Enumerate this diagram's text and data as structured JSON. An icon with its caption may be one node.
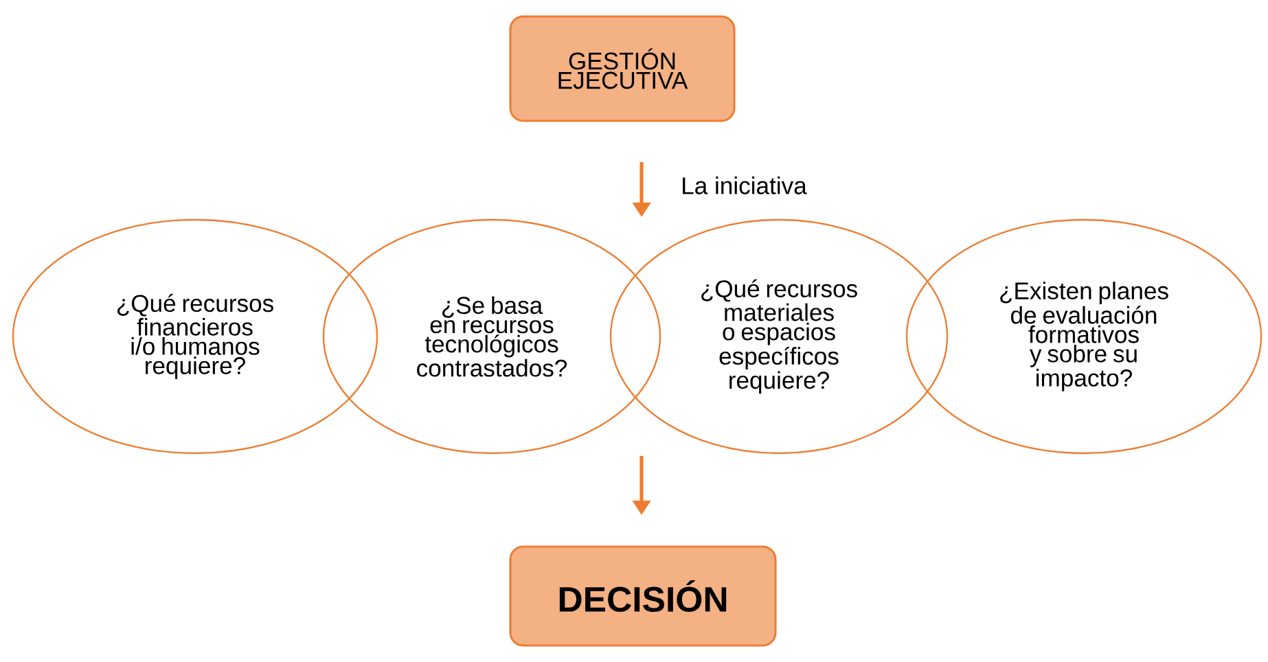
{
  "diagram": {
    "nodes": [
      {
        "text": [
          "GESTIÓN EJECUTIVA"
        ]
      },
      {
        "text": [
          "¿Qué recursos financieros i/o humanos requiere?"
        ]
      },
      {
        "text": [
          "¿Se basa en recursos tecnológicos contrastados?"
        ]
      },
      {
        "text": [
          "¿Qué recursos materiales o espacios específicos requiere?"
        ]
      },
      {
        "text": [
          "¿Existen planes de evaluación formativos y sobre su impacto?"
        ]
      },
      {
        "text": [
          "DECISIÓN"
        ]
      }
    ],
    "labels": [
      "La iniciativa"
    ]
  }
}
